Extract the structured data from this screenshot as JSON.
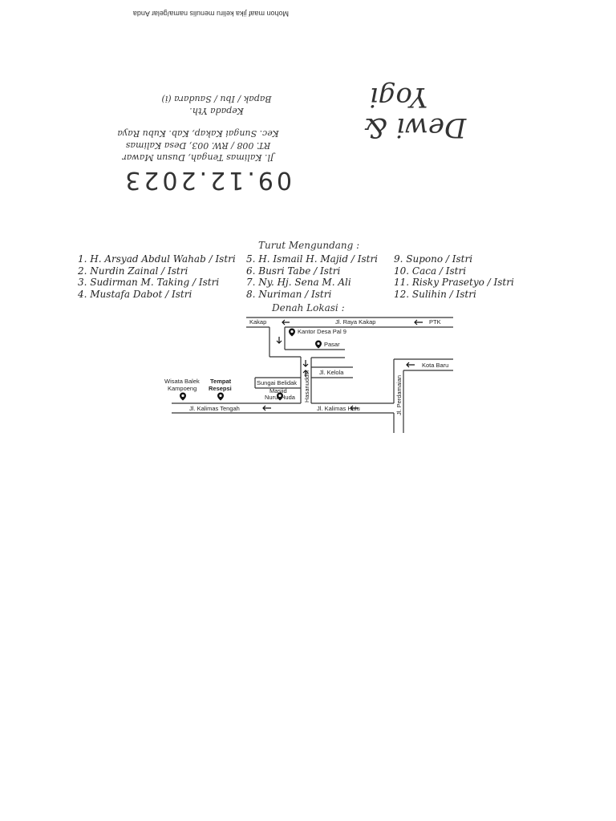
{
  "note": "Mohon maaf jika keliru menulis nama/gelar Anda",
  "couple": [
    "Dewi &",
    "Yogi"
  ],
  "recipient": [
    "Kepada Yth.",
    "Bapak / Ibu / Saudara (i)"
  ],
  "address": [
    "Jl. Kalimas Tengah, Dusun Mawar",
    "RT. 008 / RW. 003, Desa Kalimas",
    "Kec. Sungai Kakap, Kab. Kubu Raya"
  ],
  "date": "09.12.2023",
  "turut_heading": "Turut Mengundang :",
  "columns": [
    [
      "1. H. Arsyad Abdul Wahab / Istri",
      "2. Nurdin Zainal / Istri",
      "3. Sudirman M. Taking / Istri",
      "4. Mustafa Dabot / Istri"
    ],
    [
      "5. H. Ismail H. Majid / Istri",
      "6. Busri Tabe / Istri",
      "7. Ny. Hj. Sena M. Ali",
      "8. Nuriman / Istri"
    ],
    [
      "9. Supono / Istri",
      "10. Caca / Istri",
      "11. Risky Prasetyo / Istri",
      "12. Sulihin / Istri"
    ]
  ],
  "denah_heading": "Denah Lokasi :",
  "map": {
    "kakap": "Kakap",
    "jl_raya_kakap": "Jl. Raya Kakap",
    "ptk": "PTK",
    "kantor_desa": "Kantor Desa Pal 9",
    "pasar": "Pasar",
    "kota_baru": "Kota Baru",
    "jl_kelola": "Jl. Kelola",
    "hasanuddin": "Hasanuddin",
    "jl_perdamaian": "Jl. Perdamaian",
    "sungai_belidak": "Sungai Belidak",
    "masjid_1": "Masjid",
    "masjid_2": "Nurul Huda",
    "wisata_1": "Wisata Balek",
    "wisata_2": "Kampoeng",
    "tempat_1": "Tempat",
    "tempat_2": "Resepsi",
    "jl_kalimas_tengah": "Jl. Kalimas Tengah",
    "jl_kalimas_hulu": "Jl. Kalimas Hulu"
  },
  "colors": {
    "ink": "#222222",
    "road": "#333333"
  }
}
